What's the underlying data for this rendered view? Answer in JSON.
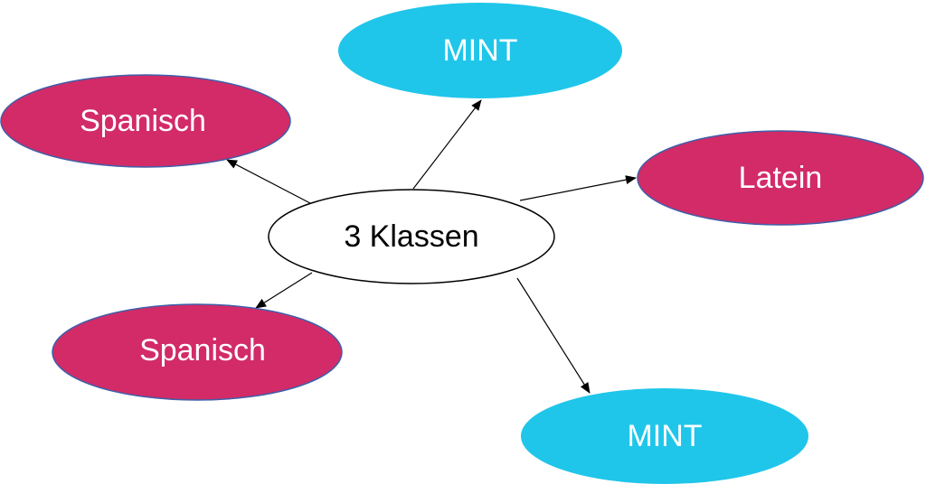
{
  "center": {
    "label": "3 Klassen",
    "fill": "#ffffff",
    "stroke": "#000000"
  },
  "nodes": {
    "mint_top": {
      "label": "MINT",
      "fill": "#1FC6EA"
    },
    "spanisch_top": {
      "label": "Spanisch",
      "fill": "#D22B68"
    },
    "latein": {
      "label": "Latein",
      "fill": "#D22B68"
    },
    "spanisch_bottom": {
      "label": "Spanisch",
      "fill": "#D22B68"
    },
    "mint_bottom": {
      "label": "MINT",
      "fill": "#1FC6EA"
    }
  },
  "colors": {
    "mint": "#1FC6EA",
    "language": "#D22B68",
    "node_outline": "#3F5FA8",
    "arrow": "#000000"
  }
}
